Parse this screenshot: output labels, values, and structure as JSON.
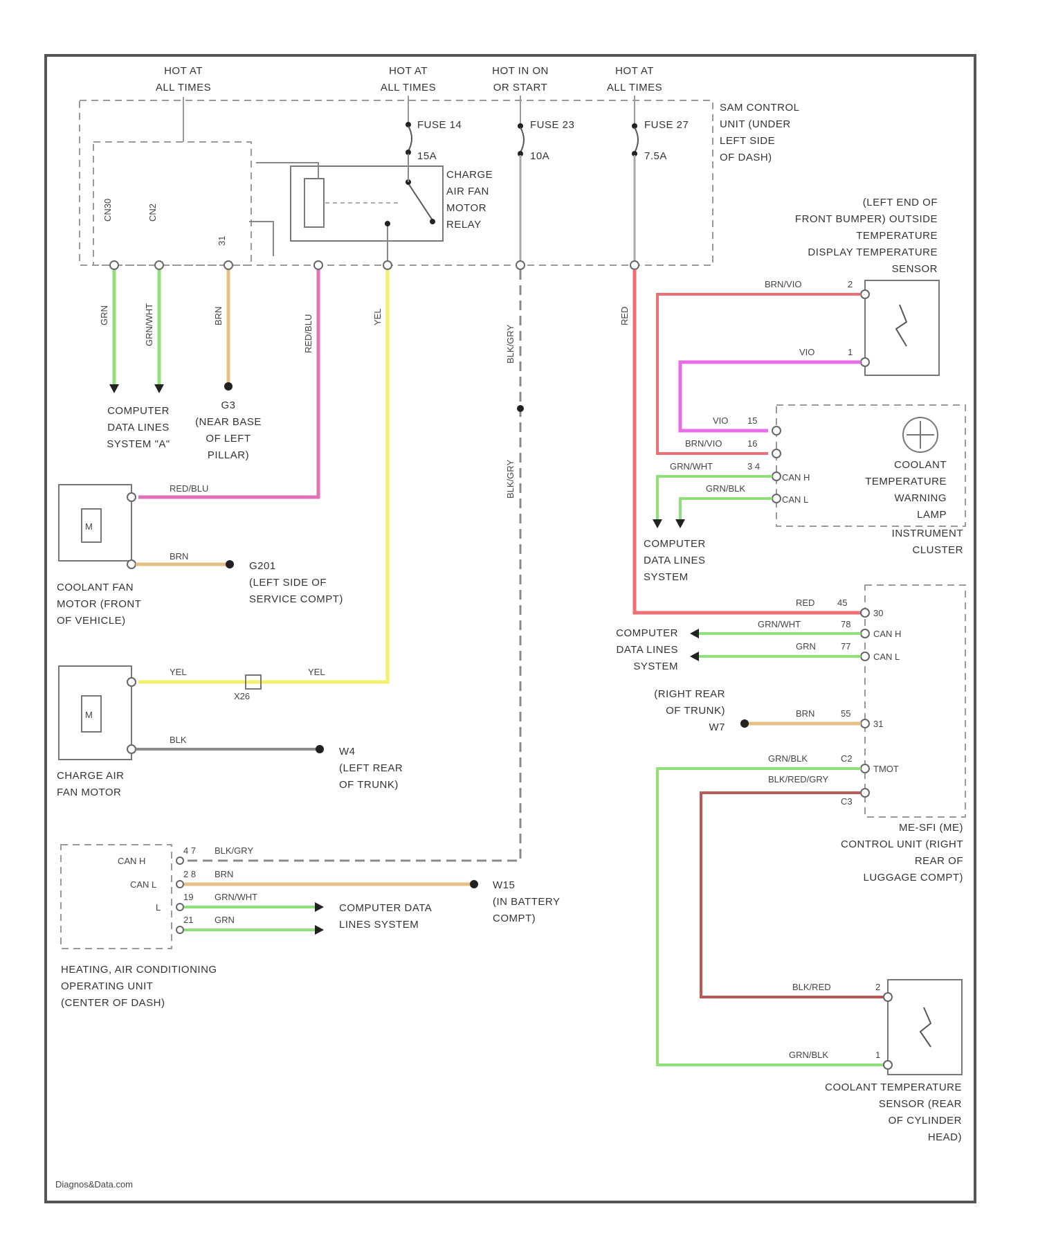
{
  "power": {
    "hot1": [
      "HOT AT",
      "ALL TIMES"
    ],
    "hot2": [
      "HOT AT",
      "ALL TIMES"
    ],
    "hot3": [
      "HOT IN ON",
      "OR START"
    ],
    "hot4": [
      "HOT AT",
      "ALL TIMES"
    ]
  },
  "fuses": {
    "f14": "FUSE 14",
    "f14_amp": "15A",
    "f23": "FUSE 23",
    "f23_amp": "10A",
    "f27": "FUSE 27",
    "f27_amp": "7.5A"
  },
  "sam": [
    "SAM CONTROL",
    "UNIT (UNDER",
    "LEFT SIDE",
    "OF DASH)"
  ],
  "relay": [
    "CHARGE",
    "AIR FAN",
    "MOTOR",
    "RELAY"
  ],
  "wires_top": {
    "w1": "GRN",
    "w2": "GRN/WHT",
    "w3": "BRN",
    "w4": "RED/BLU",
    "w5": "YEL",
    "w6": "BLK/GRY",
    "w7": "RED"
  },
  "data_lines_a": [
    "COMPUTER",
    "DATA LINES",
    "SYSTEM \"A\""
  ],
  "ground_g3": [
    "G3",
    "(NEAR BASE",
    "OF LEFT",
    "PILLAR)"
  ],
  "coolant_fan": {
    "wire_top": "RED/BLU",
    "wire_bot": "BRN",
    "ground": [
      "G201",
      "(LEFT SIDE OF",
      "SERVICE COMPT)"
    ],
    "label": [
      "COOLANT FAN",
      "MOTOR (FRONT",
      "OF VEHICLE)"
    ]
  },
  "charge_fan": {
    "wire_top": "YEL",
    "wire_top2": "YEL",
    "connector": "X26",
    "wire_bot": "BLK",
    "ground": [
      "W4",
      "(LEFT REAR",
      "OF TRUNK)"
    ],
    "label": [
      "CHARGE AIR",
      "FAN MOTOR"
    ]
  },
  "ambient_sensor": {
    "label": [
      "(LEFT END OF",
      "FRONT BUMPER) OUTSIDE",
      "TEMPERATURE",
      "DISPLAY TEMPERATURE",
      "SENSOR"
    ],
    "wire1": "BRN/VIO",
    "pin1": "2",
    "wire2": "VIO",
    "pin2": "1"
  },
  "cluster": {
    "rows": [
      {
        "wire": "VIO",
        "pin": "15"
      },
      {
        "wire": "BRN/VIO",
        "pin": "16"
      },
      {
        "wire": "GRN/WHT",
        "pin": "3 4"
      },
      {
        "wire": "GRN/BLK",
        "pin": ""
      }
    ],
    "pins": [
      "CAN H",
      "CAN L"
    ],
    "lamp": [
      "COOLANT",
      "TEMPERATURE",
      "WARNING",
      "LAMP"
    ],
    "label": [
      "INSTRUMENT",
      "CLUSTER"
    ],
    "data_lines": [
      "COMPUTER",
      "DATA LINES",
      "SYSTEM"
    ]
  },
  "me_unit": {
    "rows": [
      {
        "wire": "RED",
        "pin": "45",
        "name": "30"
      },
      {
        "wire": "GRN/WHT",
        "pin": "78",
        "name": "CAN H"
      },
      {
        "wire": "GRN",
        "pin": "77",
        "name": "CAN L"
      },
      {
        "wire": "BRN",
        "pin": "55",
        "name": "31"
      },
      {
        "wire": "GRN/BLK",
        "pin": "C2",
        "name": "TMOT"
      },
      {
        "wire": "BLK/RED/GRY",
        "pin": "C3",
        "name": ""
      }
    ],
    "data_lines": [
      "COMPUTER",
      "DATA LINES",
      "SYSTEM"
    ],
    "ground": [
      "(RIGHT REAR",
      "OF TRUNK)",
      "W7"
    ],
    "label": [
      "ME-SFI (ME)",
      "CONTROL UNIT (RIGHT",
      "REAR OF",
      "LUGGAGE COMPT)"
    ]
  },
  "coolant_sensor": {
    "wire1": "BLK/RED",
    "pin1": "2",
    "wire2": "GRN/BLK",
    "pin2": "1",
    "label": [
      "COOLANT TEMPERATURE",
      "SENSOR (REAR",
      "OF CYLINDER",
      "HEAD)"
    ]
  },
  "hvac": {
    "rows": [
      {
        "name": "CAN H",
        "pin": "4 7",
        "wire": "BLK/GRY"
      },
      {
        "name": "CAN L",
        "pin": "2 8",
        "wire": "BRN"
      },
      {
        "name": "L",
        "pin": "19",
        "wire": "GRN/WHT"
      },
      {
        "name": "",
        "pin": "21",
        "wire": "GRN"
      }
    ],
    "ground": [
      "W15",
      "(IN BATTERY",
      "COMPT)"
    ],
    "data_lines": [
      "COMPUTER DATA",
      "LINES SYSTEM"
    ],
    "label": [
      "HEATING, AIR CONDITIONING",
      "OPERATING UNIT",
      "(CENTER OF DASH)"
    ]
  },
  "watermark": "Diagnos&Data.com",
  "colors": {
    "red": "#ee6f74",
    "pink": "#e071b4",
    "yellow": "#f0f06a",
    "green": "#8fe07a",
    "tan": "#e3bf85",
    "gray": "#8a8a8a",
    "magenta": "#e86be8",
    "darkred": "#b85a5a"
  }
}
